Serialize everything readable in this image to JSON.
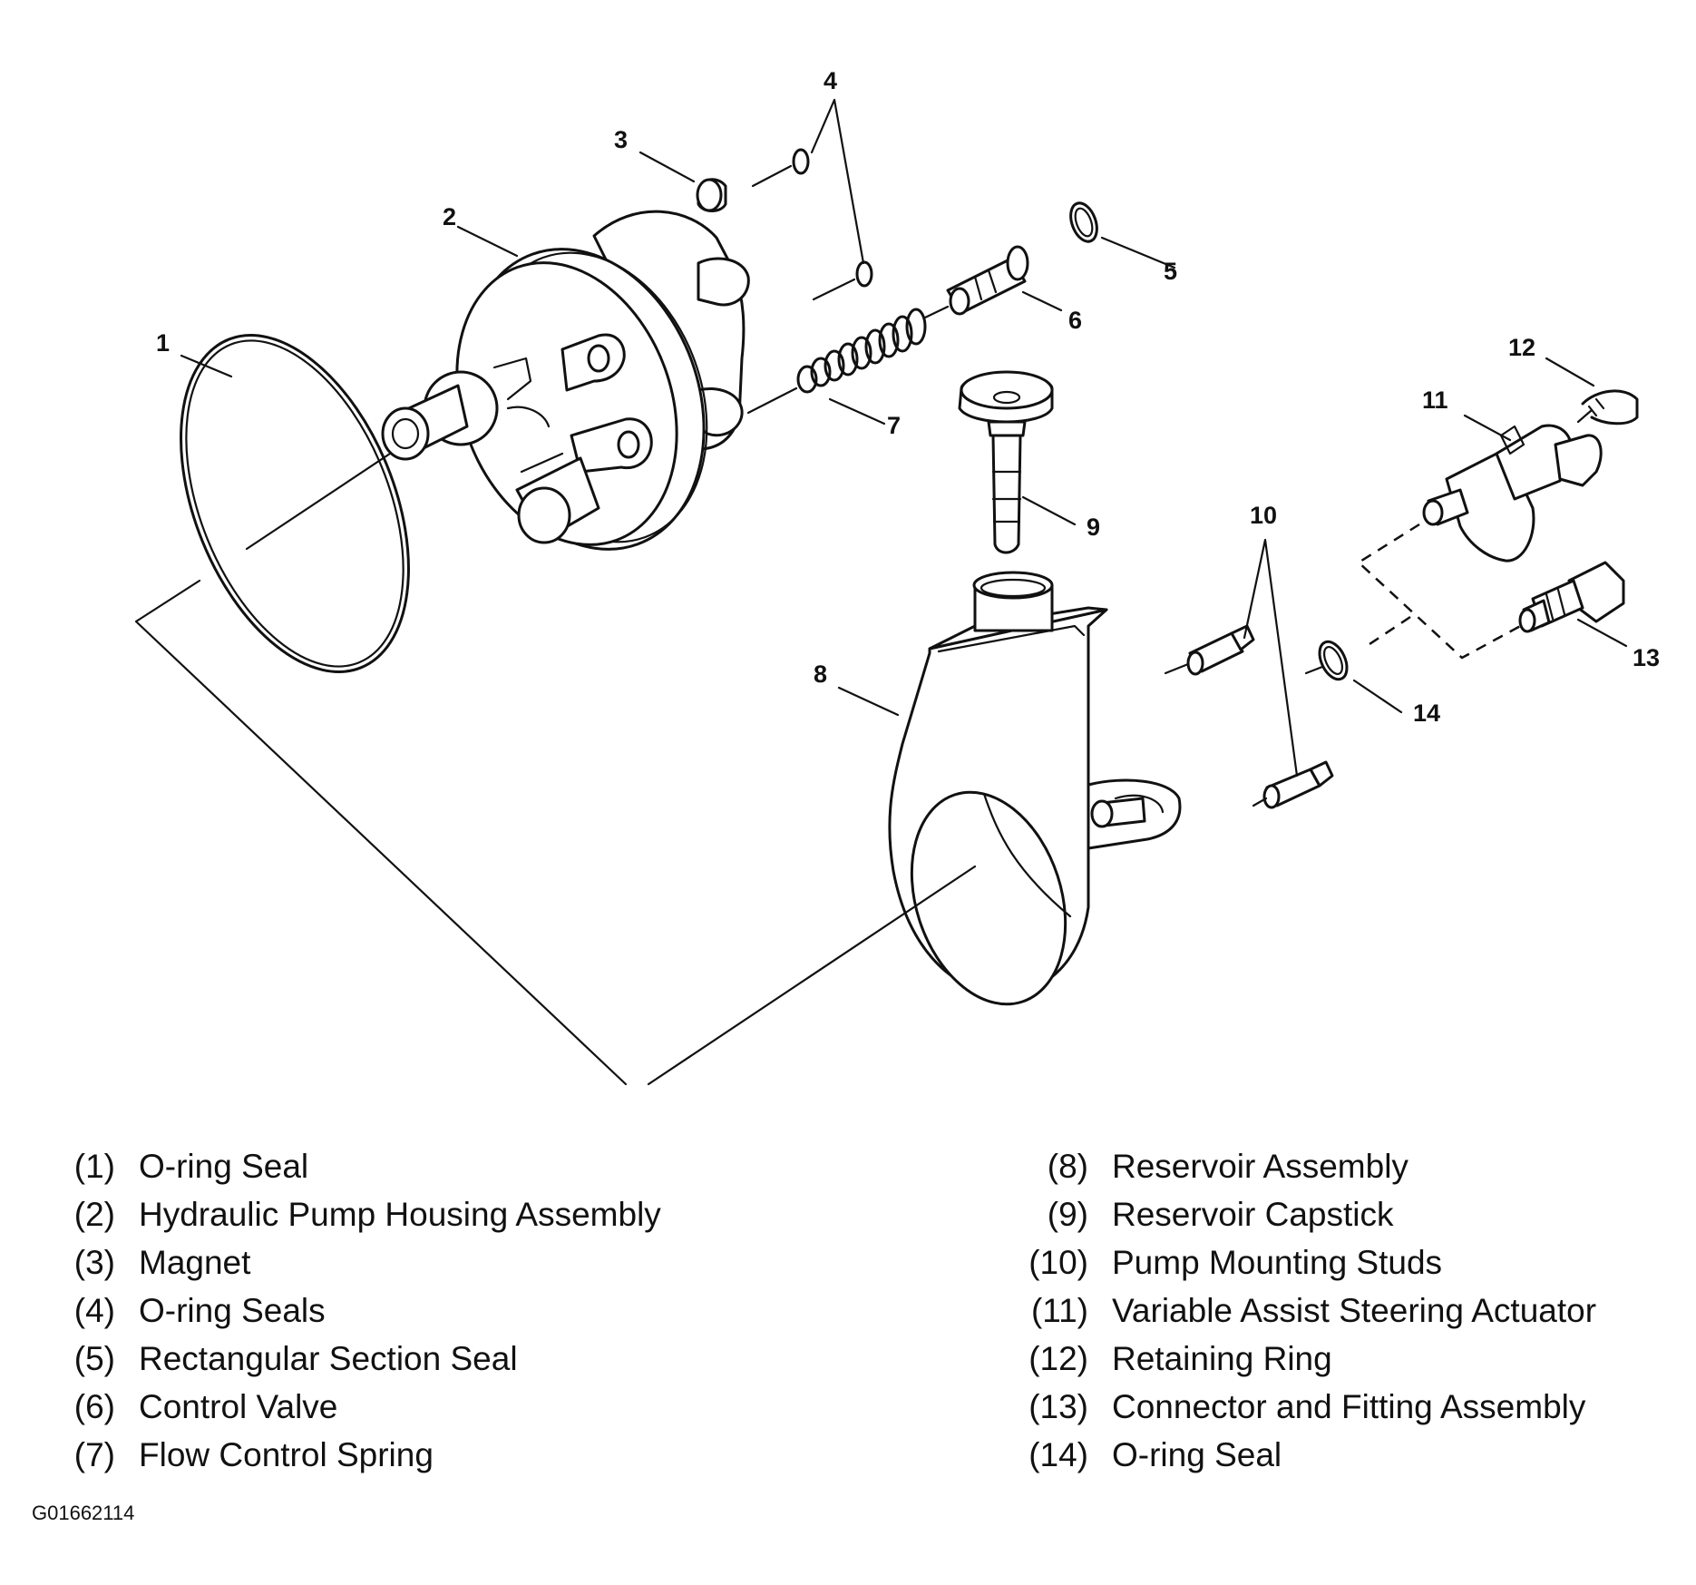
{
  "callouts": [
    "1",
    "2",
    "3",
    "4",
    "5",
    "6",
    "7",
    "8",
    "9",
    "10",
    "11",
    "12",
    "13",
    "14"
  ],
  "legend_left": [
    {
      "num": "(1)",
      "label": "O-ring Seal"
    },
    {
      "num": "(2)",
      "label": "Hydraulic Pump Housing Assembly"
    },
    {
      "num": "(3)",
      "label": "Magnet"
    },
    {
      "num": "(4)",
      "label": "O-ring Seals"
    },
    {
      "num": "(5)",
      "label": "Rectangular Section Seal"
    },
    {
      "num": "(6)",
      "label": "Control Valve"
    },
    {
      "num": "(7)",
      "label": "Flow Control Spring"
    }
  ],
  "legend_right": [
    {
      "num": "(8)",
      "label": "Reservoir Assembly"
    },
    {
      "num": "(9)",
      "label": "Reservoir Capstick"
    },
    {
      "num": "(10)",
      "label": "Pump Mounting Studs"
    },
    {
      "num": "(11)",
      "label": "Variable Assist Steering Actuator"
    },
    {
      "num": "(12)",
      "label": "Retaining Ring"
    },
    {
      "num": "(13)",
      "label": "Connector and Fitting Assembly"
    },
    {
      "num": "(14)",
      "label": "O-ring Seal"
    }
  ],
  "figure_id": "G01662114"
}
